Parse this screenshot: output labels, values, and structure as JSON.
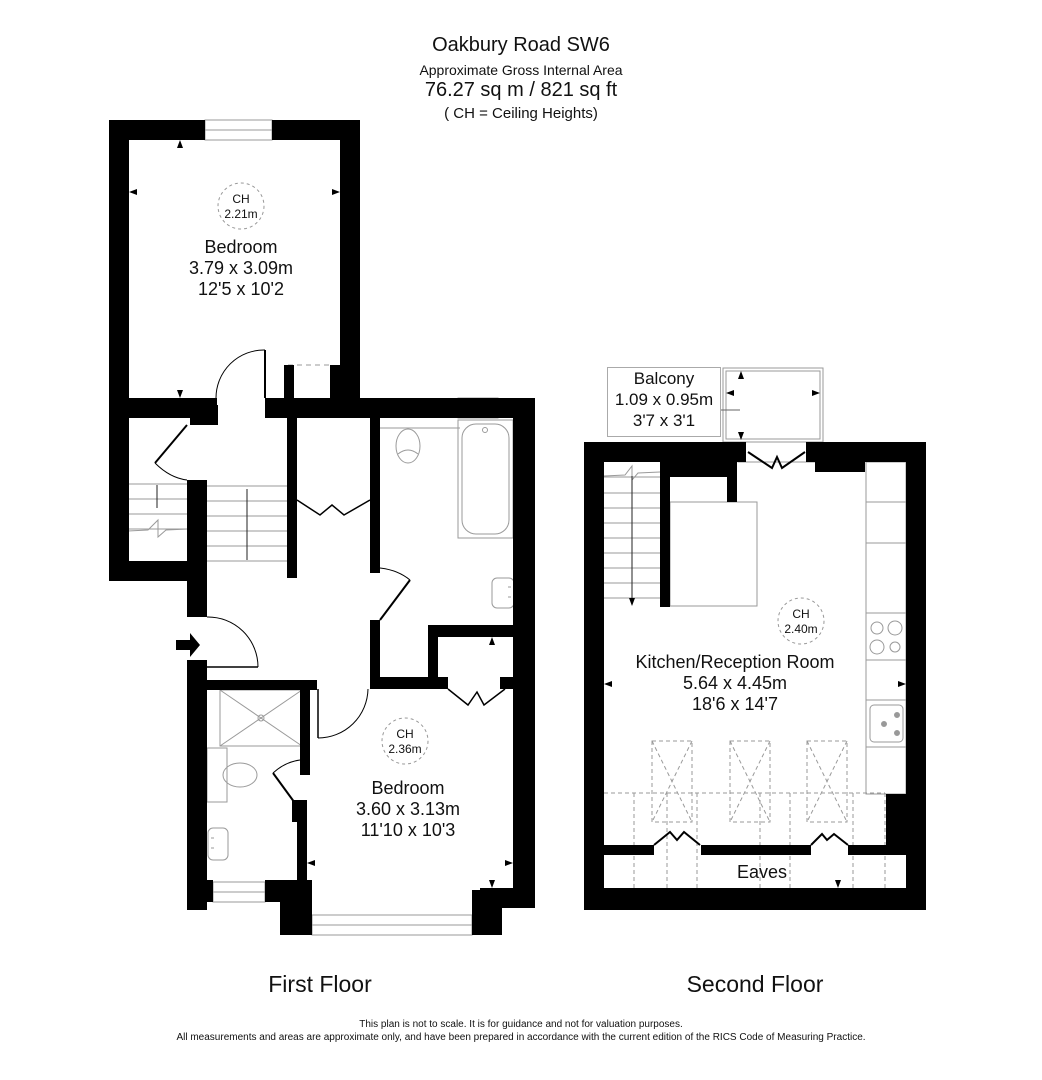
{
  "header": {
    "title": "Oakbury Road SW6",
    "subtitle": "Approximate Gross Internal Area",
    "area": "76.27 sq m / 821 sq ft",
    "note": "( CH = Ceiling Heights)"
  },
  "colors": {
    "wall": "#000000",
    "fixture_line": "#999999",
    "background": "#ffffff",
    "text": "#111111"
  },
  "first_floor": {
    "label": "First Floor",
    "rooms": [
      {
        "name": "Bedroom",
        "dim_metric": "3.79 x 3.09m",
        "dim_imperial": "12'5 x 10'2",
        "ceiling": {
          "label": "CH",
          "value": "2.21m"
        }
      },
      {
        "name": "Bedroom",
        "dim_metric": "3.60 x 3.13m",
        "dim_imperial": "11'10 x 10'3",
        "ceiling": {
          "label": "CH",
          "value": "2.36m"
        }
      }
    ],
    "features": [
      "entrance-arrow",
      "staircase",
      "bathroom-bath",
      "bathroom-toilet",
      "shower-room",
      "cupboards"
    ]
  },
  "second_floor": {
    "label": "Second Floor",
    "rooms": [
      {
        "name": "Kitchen/Reception Room",
        "dim_metric": "5.64 x 4.45m",
        "dim_imperial": "18'6 x 14'7",
        "ceiling": {
          "label": "CH",
          "value": "2.40m"
        }
      },
      {
        "name": "Balcony",
        "dim_metric": "1.09 x 0.95m",
        "dim_imperial": "3'7 x 3'1"
      },
      {
        "name": "Eaves"
      }
    ],
    "features": [
      "staircase",
      "hob",
      "sink",
      "skylights",
      "french-doors"
    ]
  },
  "footer": {
    "line1": "This plan is not to scale. It is for guidance and not for valuation purposes.",
    "line2": "All measurements and areas are approximate only, and have been prepared in accordance with the current edition of the RICS Code of Measuring Practice."
  }
}
